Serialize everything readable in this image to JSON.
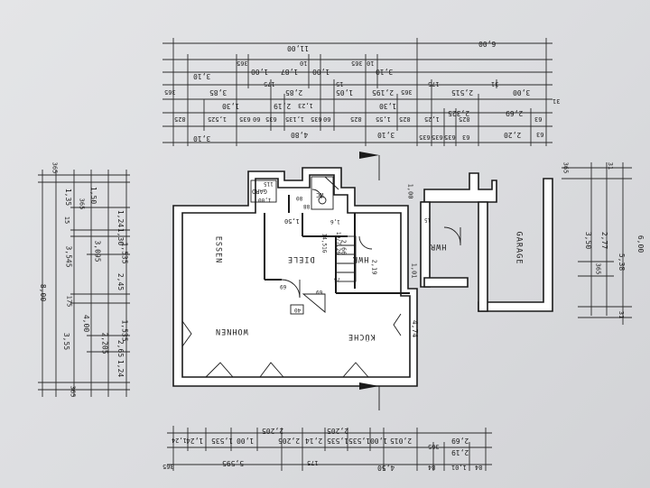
{
  "rooms": {
    "essen": "ESSEN",
    "wohnen": "WOHNEN",
    "diele": "DIELE",
    "hwr_house": "HWR",
    "kueche": "KÜCHE",
    "hwr_garage": "HWR",
    "garage": "GARAGE",
    "garo": "GARD",
    "wc": "WC"
  },
  "top_dims": {
    "r1": [
      "11,00",
      "6,00"
    ],
    "r2": [
      "365",
      "10",
      "365",
      "10"
    ],
    "r3": [
      "3,10",
      "1,00",
      "1,87",
      "1,00",
      "3,10"
    ],
    "r4": [
      "365",
      "175",
      "15",
      "175",
      "31"
    ],
    "r5": [
      "3,85",
      "2,85",
      "1,05",
      "2,195",
      "365",
      "2,515",
      "3,00"
    ],
    "r6": [
      "1,30",
      "2,19",
      "1,23",
      "1,30",
      "2,325",
      "2,69",
      "31"
    ],
    "r7": [
      "825",
      "1,525",
      "635",
      "60",
      "635",
      "1,135",
      "635",
      "60",
      "825",
      "1,55",
      "825",
      "1,25",
      "825",
      "63"
    ],
    "r8": [
      "3,10",
      "4,80",
      "3,10",
      "635",
      "635",
      "635",
      "63",
      "2,20",
      "63"
    ]
  },
  "bottom_dims": {
    "r1": [
      "1,24",
      "1,535",
      "1,00",
      "2,205",
      "2,205",
      "1,535",
      "1,00",
      "1,24"
    ],
    "r2": [
      "2,015",
      "1,535",
      "2,14",
      "2,205",
      "365",
      "2,19",
      "2,69"
    ],
    "r3": [
      "365",
      "5,595",
      "175",
      "4,50",
      "84",
      "1,01",
      "84"
    ]
  },
  "left_dims": {
    "outer": [
      "365",
      "8,00",
      "365"
    ],
    "mid": [
      "1,50",
      "365",
      "1,35",
      "15",
      "3,545",
      "175",
      "4,00",
      "3,55"
    ],
    "inner": [
      "1,24",
      "1,30",
      "1,535",
      "3,095",
      "2,45",
      "1,535",
      "2,205",
      "2,65",
      "1,24"
    ]
  },
  "right_dims": {
    "a": [
      "365",
      "3,50",
      "365"
    ],
    "b": [
      "2,77",
      "31"
    ],
    "c": [
      "5,38",
      "31",
      "6,00"
    ]
  },
  "inner_labels": [
    "2,19",
    "1,01",
    "4,74",
    "2,66",
    "1,00",
    "1,50",
    "14,51G",
    "19/7,26",
    "1,6",
    "69",
    "69",
    "40",
    "80",
    "115",
    "15",
    "76",
    "1,00",
    "88"
  ]
}
